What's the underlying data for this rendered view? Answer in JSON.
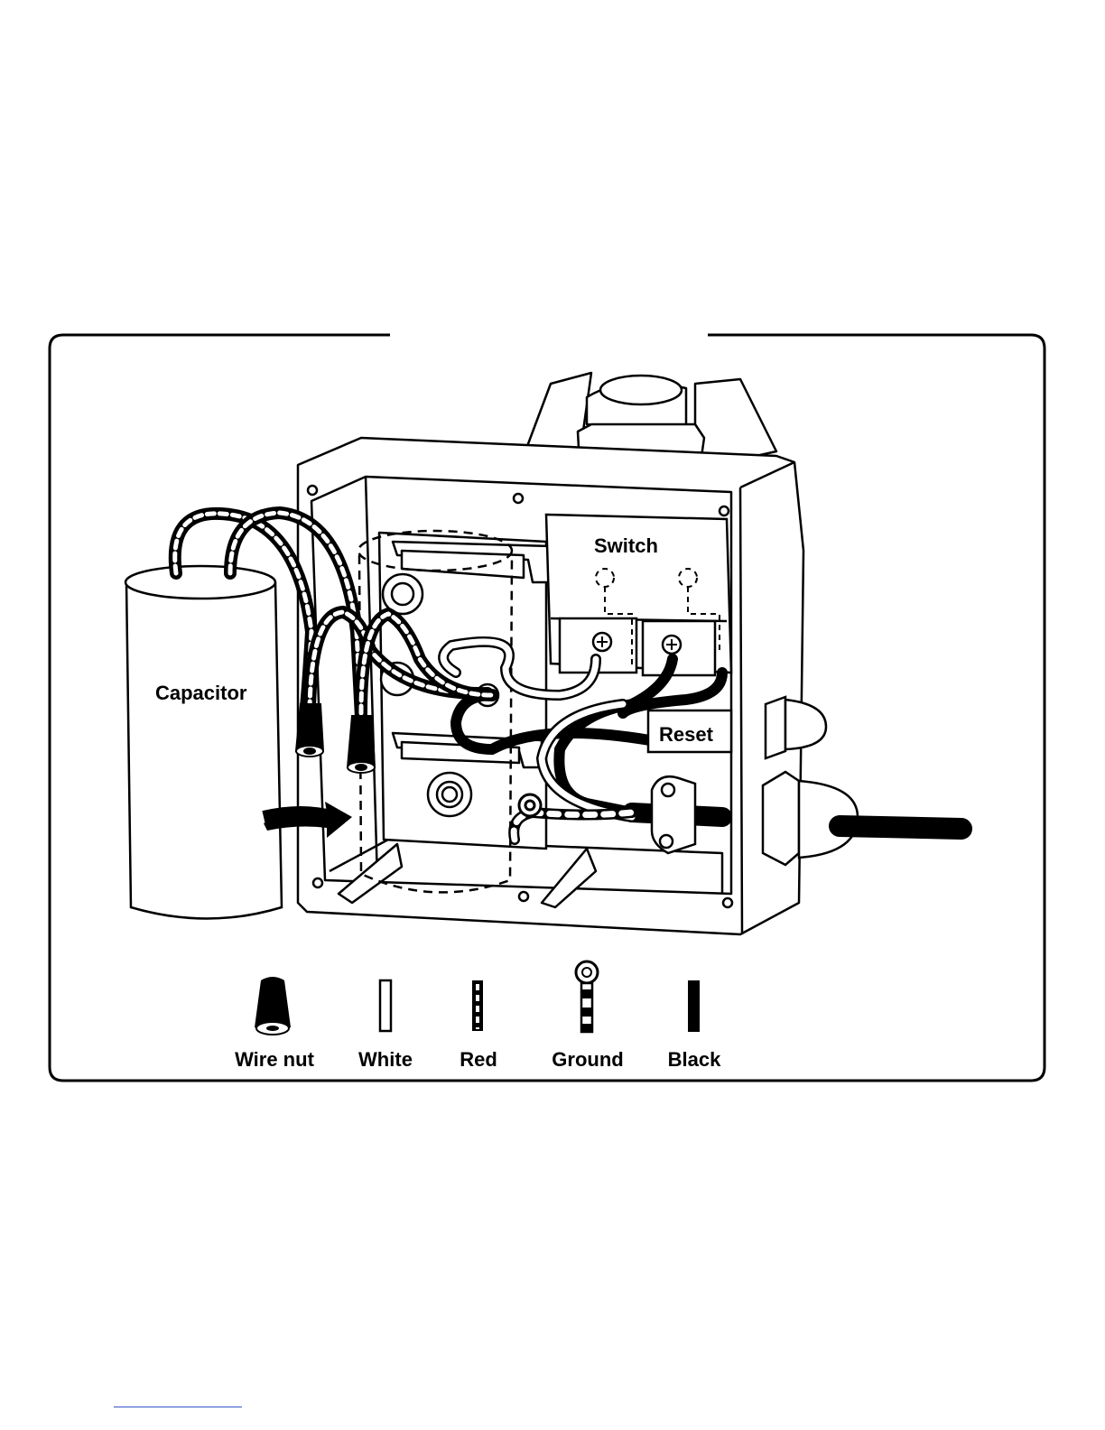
{
  "labels": {
    "capacitor": "Capacitor",
    "switch": "Switch",
    "reset": "Reset"
  },
  "legend": [
    {
      "key": "wire_nut",
      "label": "Wire nut",
      "icon": "wire-nut-icon"
    },
    {
      "key": "white",
      "label": "White",
      "icon": "white-wire-icon"
    },
    {
      "key": "red",
      "label": "Red",
      "icon": "red-wire-icon"
    },
    {
      "key": "ground",
      "label": "Ground",
      "icon": "ground-wire-icon"
    },
    {
      "key": "black",
      "label": "Black",
      "icon": "black-wire-icon"
    }
  ],
  "colors": {
    "line": "#000000",
    "background": "#ffffff",
    "link_rule": "#3355cc"
  }
}
